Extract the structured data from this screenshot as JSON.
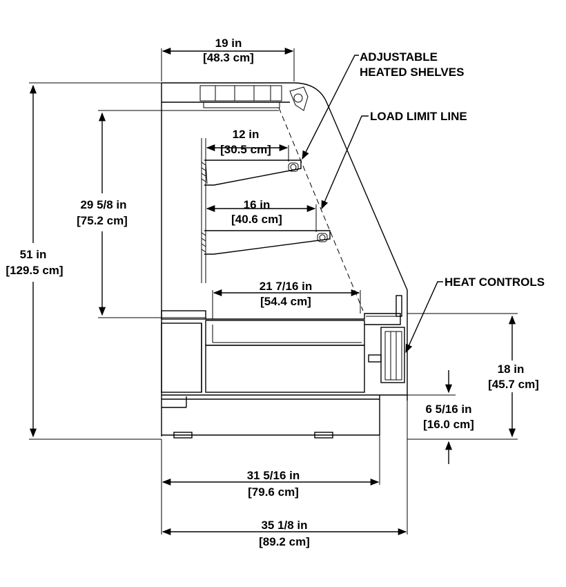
{
  "dimensions": {
    "top_width": {
      "imperial": "19 in",
      "metric": "[48.3 cm]"
    },
    "shelf_upper": {
      "imperial": "12 in",
      "metric": "[30.5 cm]"
    },
    "shelf_lower": {
      "imperial": "16 in",
      "metric": "[40.6 cm]"
    },
    "shelf_span": {
      "imperial": "29 5/8 in",
      "metric": "[75.2 cm]"
    },
    "overall_height": {
      "imperial": "51 in",
      "metric": "[129.5 cm]"
    },
    "deck_width": {
      "imperial": "21 7/16 in",
      "metric": "[54.4 cm]"
    },
    "base_height": {
      "imperial": "18 in",
      "metric": "[45.7 cm]"
    },
    "deck_height": {
      "imperial": "6 5/16 in",
      "metric": "[16.0 cm]"
    },
    "base_depth": {
      "imperial": "31 5/16 in",
      "metric": "[79.6 cm]"
    },
    "overall_depth": {
      "imperial": "35 1/8 in",
      "metric": "[89.2 cm]"
    }
  },
  "callouts": {
    "shelves_line1": "ADJUSTABLE",
    "shelves_line2": "HEATED SHELVES",
    "load_limit": "LOAD LIMIT LINE",
    "heat_controls": "HEAT CONTROLS"
  }
}
